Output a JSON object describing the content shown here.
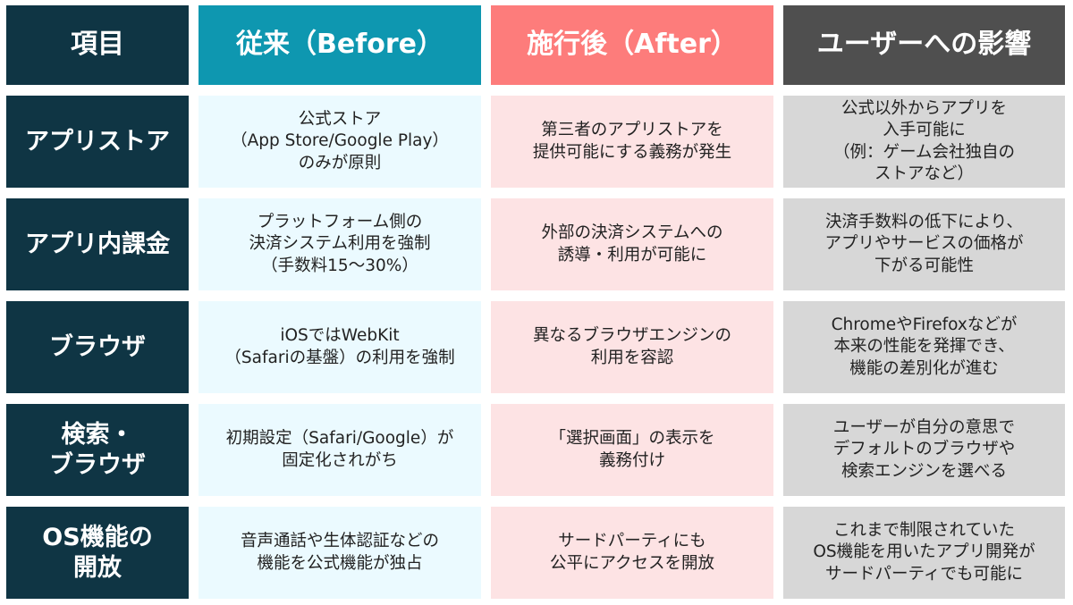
{
  "table": {
    "headers": [
      "項目",
      "従来（Before）",
      "施行後（After）",
      "ユーザーへの影響"
    ],
    "rows": [
      {
        "item": "アプリストア",
        "before": "公式ストア\n（App Store/Google Play）\nのみが原則",
        "after": "第三者のアプリストアを\n提供可能にする義務が発生",
        "impact": "公式以外からアプリを\n入手可能に\n（例：ゲーム会社独自の\nストアなど）"
      },
      {
        "item": "アプリ内課金",
        "before": "プラットフォーム側の\n決済システム利用を強制\n（手数料15〜30%）",
        "after": "外部の決済システムへの\n誘導・利用が可能に",
        "impact": "決済手数料の低下により、\nアプリやサービスの価格が\n下がる可能性"
      },
      {
        "item": "ブラウザ",
        "before": "iOSではWebKit\n（Safariの基盤）の利用を強制",
        "after": "異なるブラウザエンジンの\n利用を容認",
        "impact": "ChromeやFirefoxなどが\n本来の性能を発揮でき、\n機能の差別化が進む"
      },
      {
        "item": "検索・\nブラウザ",
        "before": "初期設定（Safari/Google）が\n固定化されがち",
        "after": "「選択画面」の表示を\n義務付け",
        "impact": "ユーザーが自分の意思で\nデフォルトのブラウザや\n検索エンジンを選べる"
      },
      {
        "item": "OS機能の\n開放",
        "before": "音声通話や生体認証などの\n機能を公式機能が独占",
        "after": "サードパーティにも\n公平にアクセスを開放",
        "impact": "これまで制限されていた\nOS機能を用いたアプリ開発が\nサードパーティでも可能に"
      }
    ]
  },
  "colors": {
    "item_column": "#0f3544",
    "before_header": "#0e97b0",
    "after_header": "#fd7c7b",
    "impact_header": "#4f4f4f",
    "before_body": "#ebfaff",
    "after_body": "#fde3e4",
    "impact_body": "#d7d7d7"
  }
}
